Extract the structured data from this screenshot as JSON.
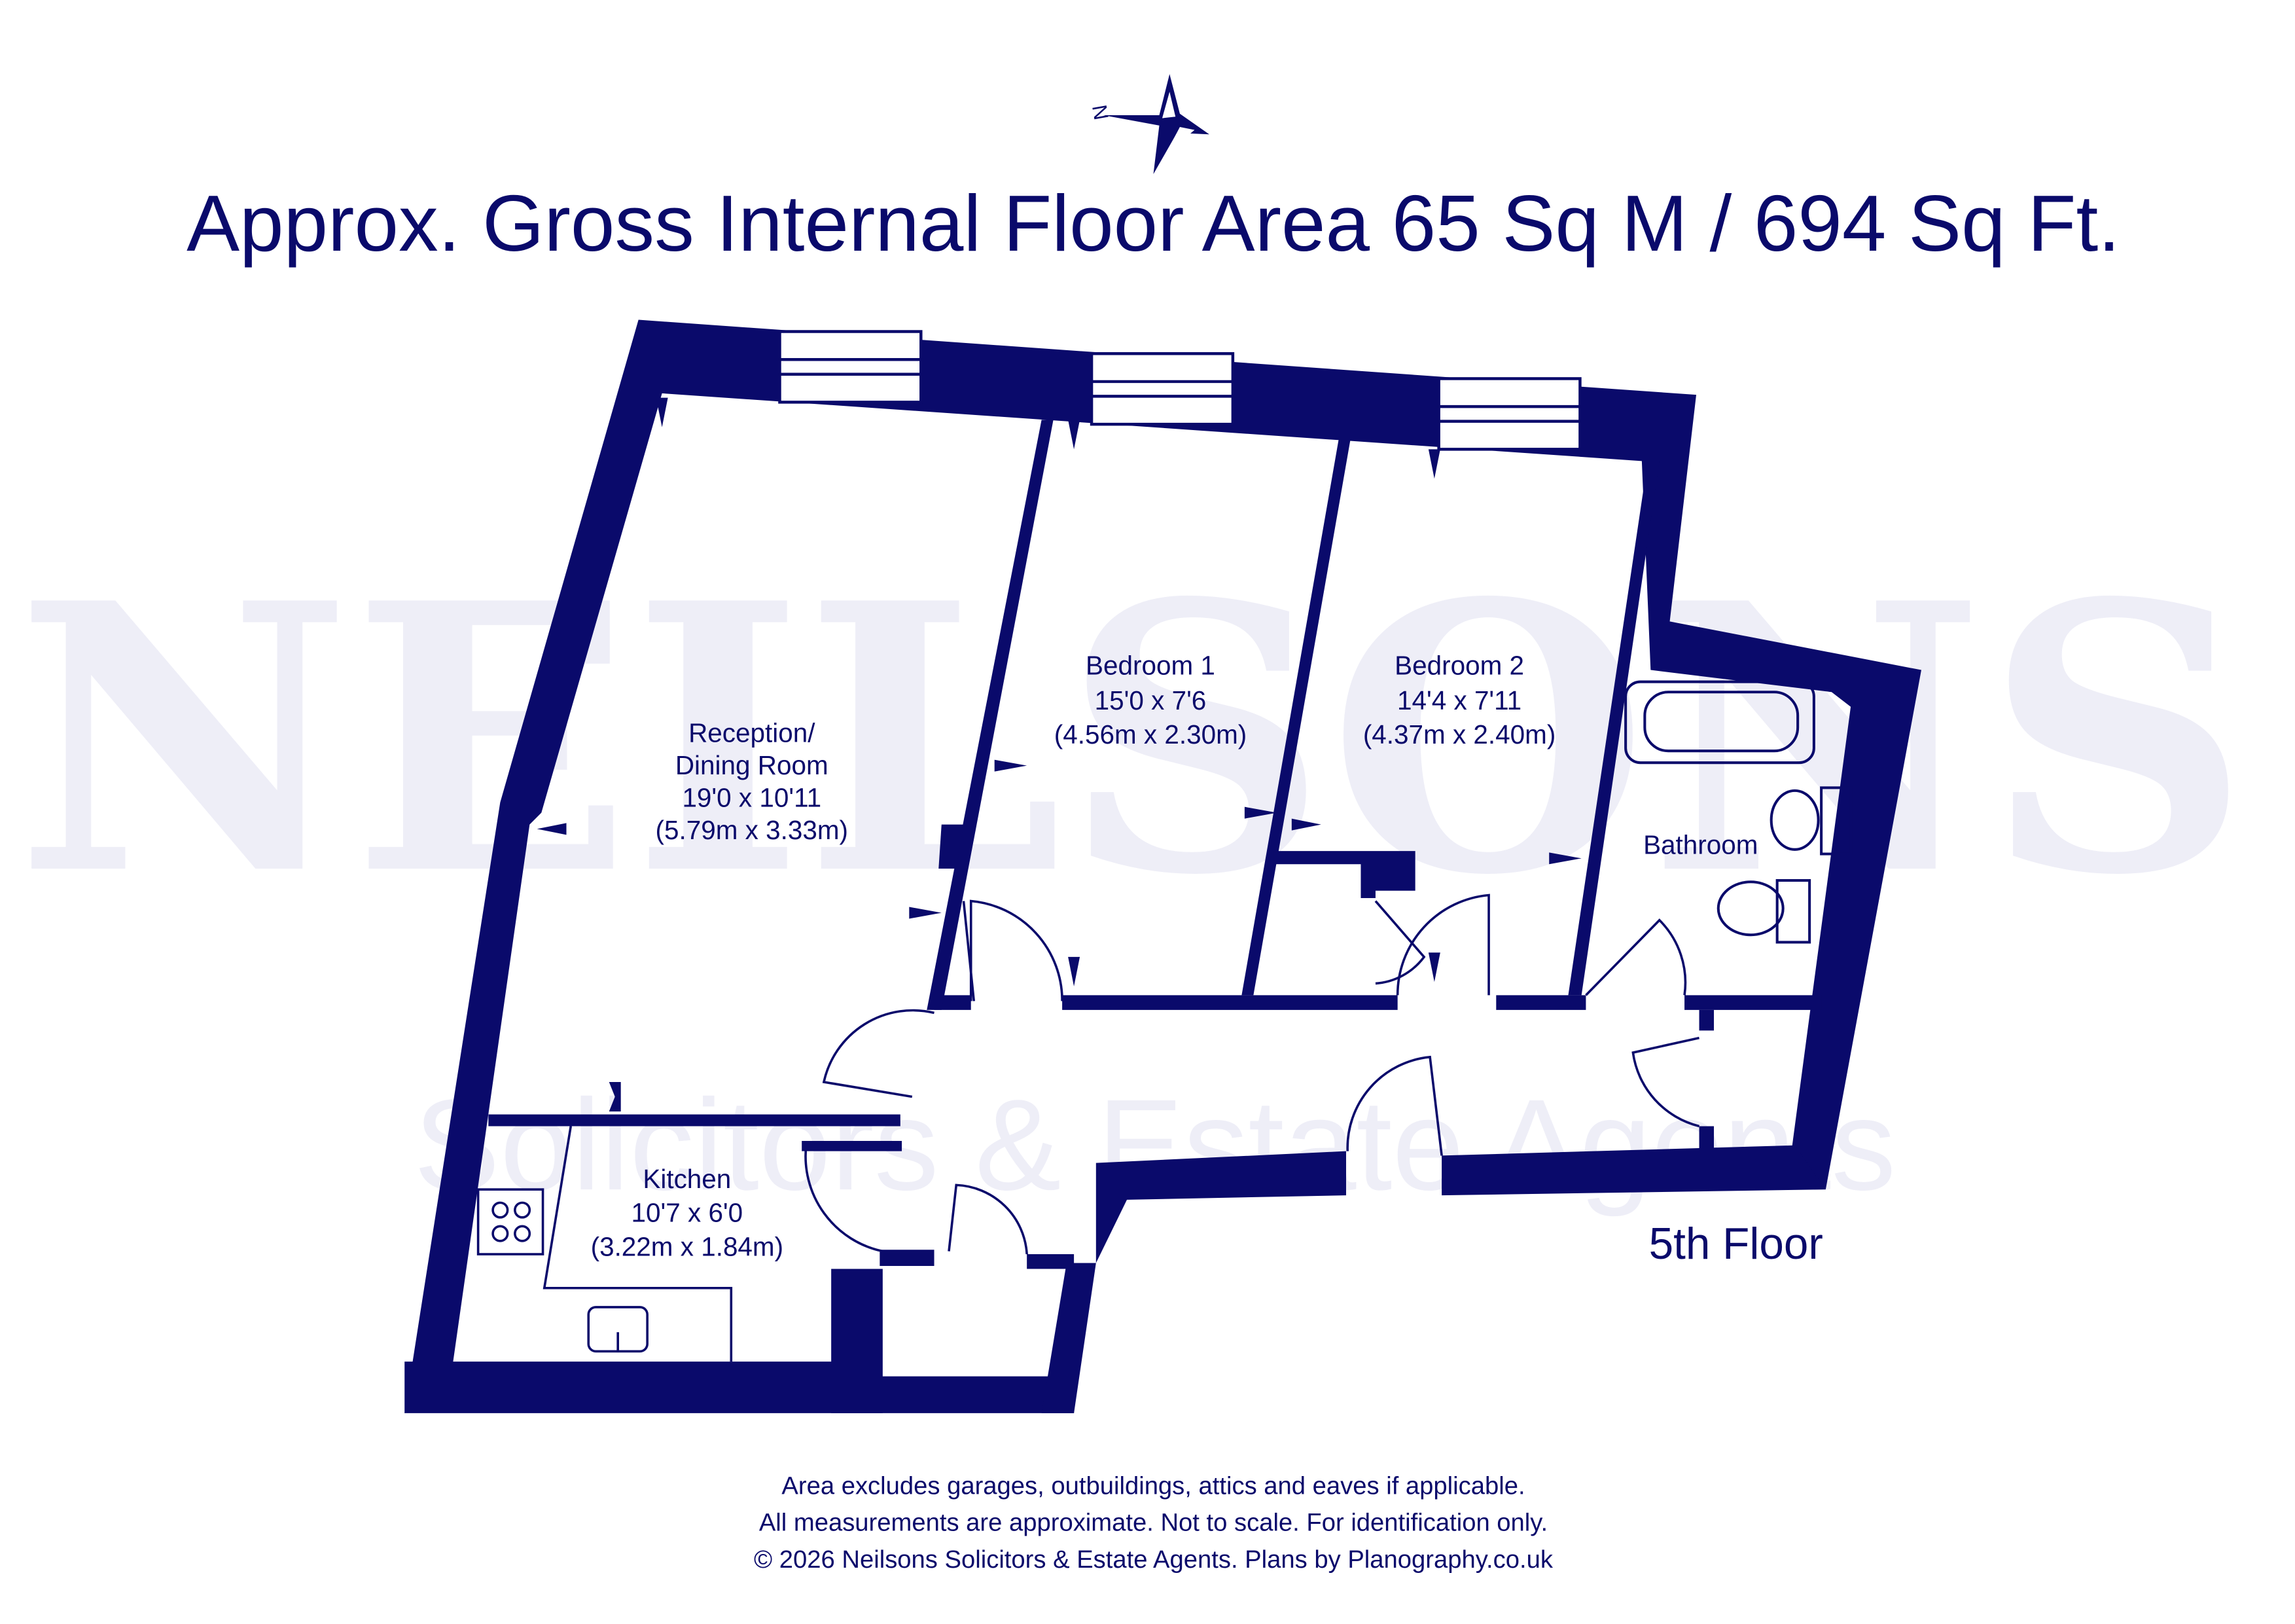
{
  "header": {
    "area_text": "Approx. Gross Internal Floor Area 65 Sq M / 694 Sq Ft."
  },
  "compass": {
    "north_label": "N"
  },
  "watermark": {
    "brand": "NEILSONS",
    "tagline": "Solicitors & Estate Agents"
  },
  "rooms": {
    "reception": {
      "line1": "Reception/",
      "line2": "Dining Room",
      "line3": "19'0 x 10'11",
      "line4": "(5.79m x 3.33m)"
    },
    "bedroom1": {
      "line1": "Bedroom 1",
      "line2": "15'0 x 7'6",
      "line3": "(4.56m x 2.30m)"
    },
    "bedroom2": {
      "line1": "Bedroom 2",
      "line2": "14'4 x 7'11",
      "line3": "(4.37m x 2.40m)"
    },
    "bathroom": {
      "line1": "Bathroom"
    },
    "kitchen": {
      "line1": "Kitchen",
      "line2": "10'7 x 6'0",
      "line3": "(3.22m x 1.84m)"
    }
  },
  "floor_label": "5th Floor",
  "footer": {
    "line1": "Area excludes garages, outbuildings, attics and eaves if applicable.",
    "line2": "All measurements are approximate. Not to scale. For identification only.",
    "line3": "© 2026 Neilsons Solicitors & Estate Agents. Plans by Planography.co.uk"
  },
  "colors": {
    "wall": "#0a0a6b",
    "watermark": "#eeeef7",
    "background": "#ffffff"
  }
}
